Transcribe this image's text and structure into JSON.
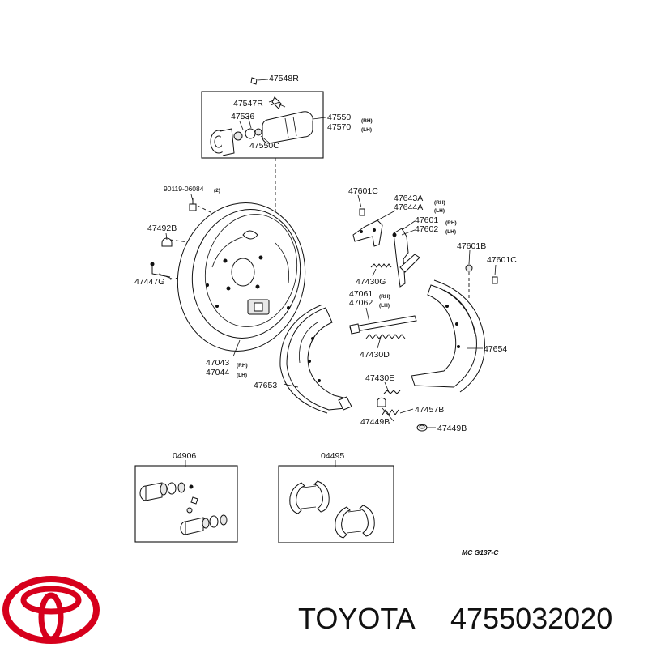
{
  "labels": {
    "l47548R": "47548R",
    "l47547R": "47547R",
    "l47536": "47536",
    "l47550": "47550",
    "l47570": "47570",
    "l47550C": "47550C",
    "l90119": "90119-06084",
    "l2": "(2)",
    "l47492B": "47492B",
    "l47447G": "47447G",
    "l47043": "47043",
    "l47044": "47044",
    "l47601C_a": "47601C",
    "l47643A": "47643A",
    "l47644A": "47644A",
    "l47601": "47601",
    "l47602": "47602",
    "l47601B": "47601B",
    "l47601C_b": "47601C",
    "l47430G": "47430G",
    "l47061": "47061",
    "l47062": "47062",
    "l47430D": "47430D",
    "l47654": "47654",
    "l47653": "47653",
    "l47430E": "47430E",
    "l47457B": "47457B",
    "l47449B_a": "47449B",
    "l47449B_b": "47449B",
    "l04906": "04906",
    "l04495": "04495",
    "code": "MC G137-C"
  },
  "side": {
    "rh": "(RH)",
    "lh": "(LH)"
  },
  "brand": {
    "name": "TOYOTA",
    "part_number": "4755032020",
    "accent_color": "#d6001c"
  }
}
